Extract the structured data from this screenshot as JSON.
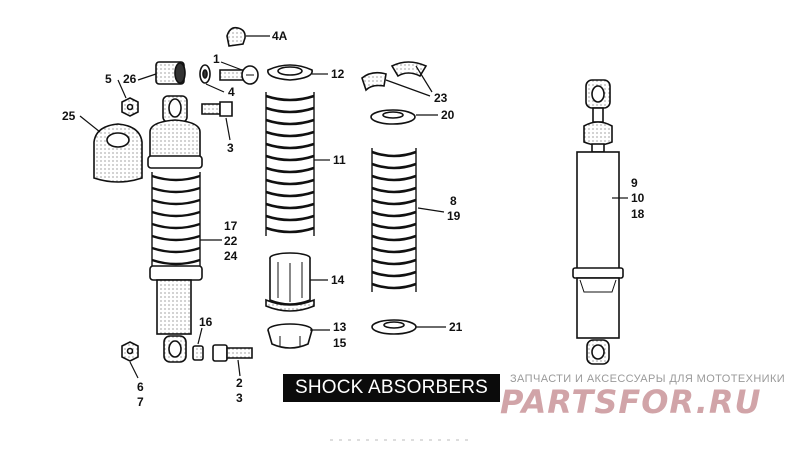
{
  "title": "SHOCK ABSORBERS",
  "watermark": {
    "tagline": "ЗАПЧАСТИ И АКСЕССУАРЫ ДЛЯ МОТОТЕХНИКИ",
    "logo": "PARTSFOR.RU"
  },
  "callouts": {
    "c4a": "4A",
    "c1": "1",
    "c5": "5",
    "c26": "26",
    "c4": "4",
    "c25": "25",
    "c3": "3",
    "c17": "17",
    "c22": "22",
    "c24": "24",
    "c16": "16",
    "c6": "6",
    "c7": "7",
    "c2": "2",
    "c3b": "3",
    "c12": "12",
    "c11": "11",
    "c14": "14",
    "c13": "13",
    "c15": "15",
    "c23": "23",
    "c20": "20",
    "c8": "8",
    "c19": "19",
    "c21": "21",
    "c9": "9",
    "c10": "10",
    "c18": "18"
  }
}
